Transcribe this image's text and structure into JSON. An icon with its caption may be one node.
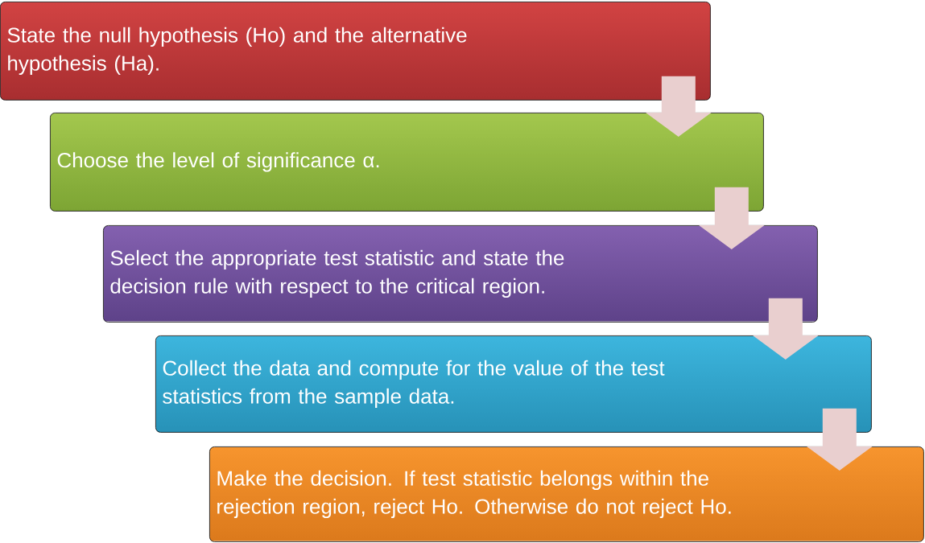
{
  "diagram": {
    "nodes": [
      {
        "text": [
          "State the null hypothesis (Ho) and the alternative hypothesis (Ha)."
        ]
      },
      {
        "text": [
          "Choose the level of significance α."
        ]
      },
      {
        "text": [
          "Select the appropriate test statistic and state the decision rule with respect to the critical region."
        ]
      },
      {
        "text": [
          "Collect the data and compute for the value of the test statistics from the sample data."
        ]
      },
      {
        "text": [
          "Make the decision. If test statistic belongs within the rejection region, reject Ho. Otherwise do not reject Ho."
        ]
      }
    ],
    "edges": [
      {
        "from": 0,
        "to": 1,
        "arrow": "to"
      },
      {
        "from": 1,
        "to": 2,
        "arrow": "to"
      },
      {
        "from": 2,
        "to": 3,
        "arrow": "to"
      },
      {
        "from": 3,
        "to": 4,
        "arrow": "to"
      }
    ]
  }
}
